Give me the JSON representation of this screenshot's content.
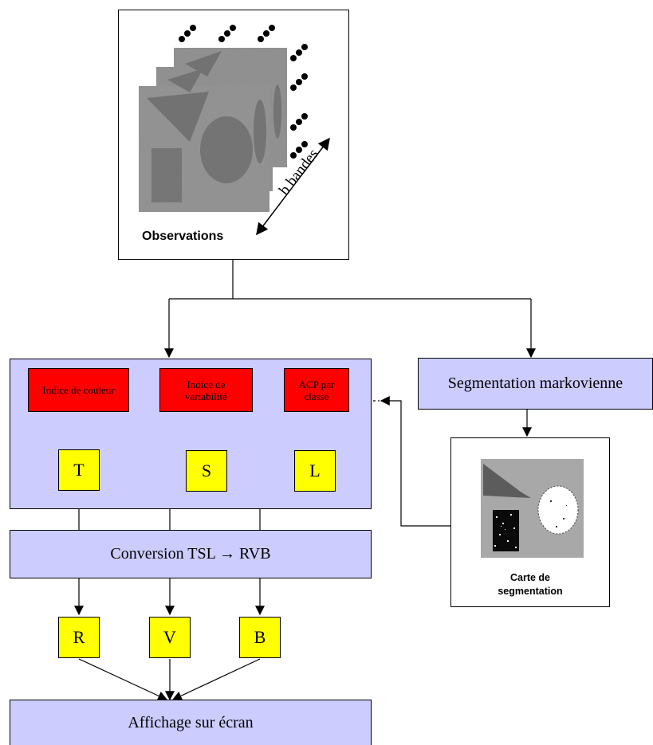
{
  "observations": {
    "label": "Observations",
    "bands_label": "b bandes"
  },
  "segmentation": {
    "label": "Segmentation markovienne"
  },
  "segmentation_map": {
    "label_line1": "Carte de",
    "label_line2": "segmentation"
  },
  "indices": {
    "couleur": "Indice de couleur",
    "variabilite": "Indice de variabilité",
    "acp": "ACP par classe"
  },
  "tsl": {
    "t": "T",
    "s": "S",
    "l": "L"
  },
  "conversion": {
    "label": "Conversion TSL → RVB"
  },
  "rvb": {
    "r": "R",
    "v": "V",
    "b": "B"
  },
  "display": {
    "label": "Affichage sur écran"
  },
  "colors": {
    "panel": "#ccccff",
    "index_box": "#ff0000",
    "channel_box": "#ffff00"
  }
}
